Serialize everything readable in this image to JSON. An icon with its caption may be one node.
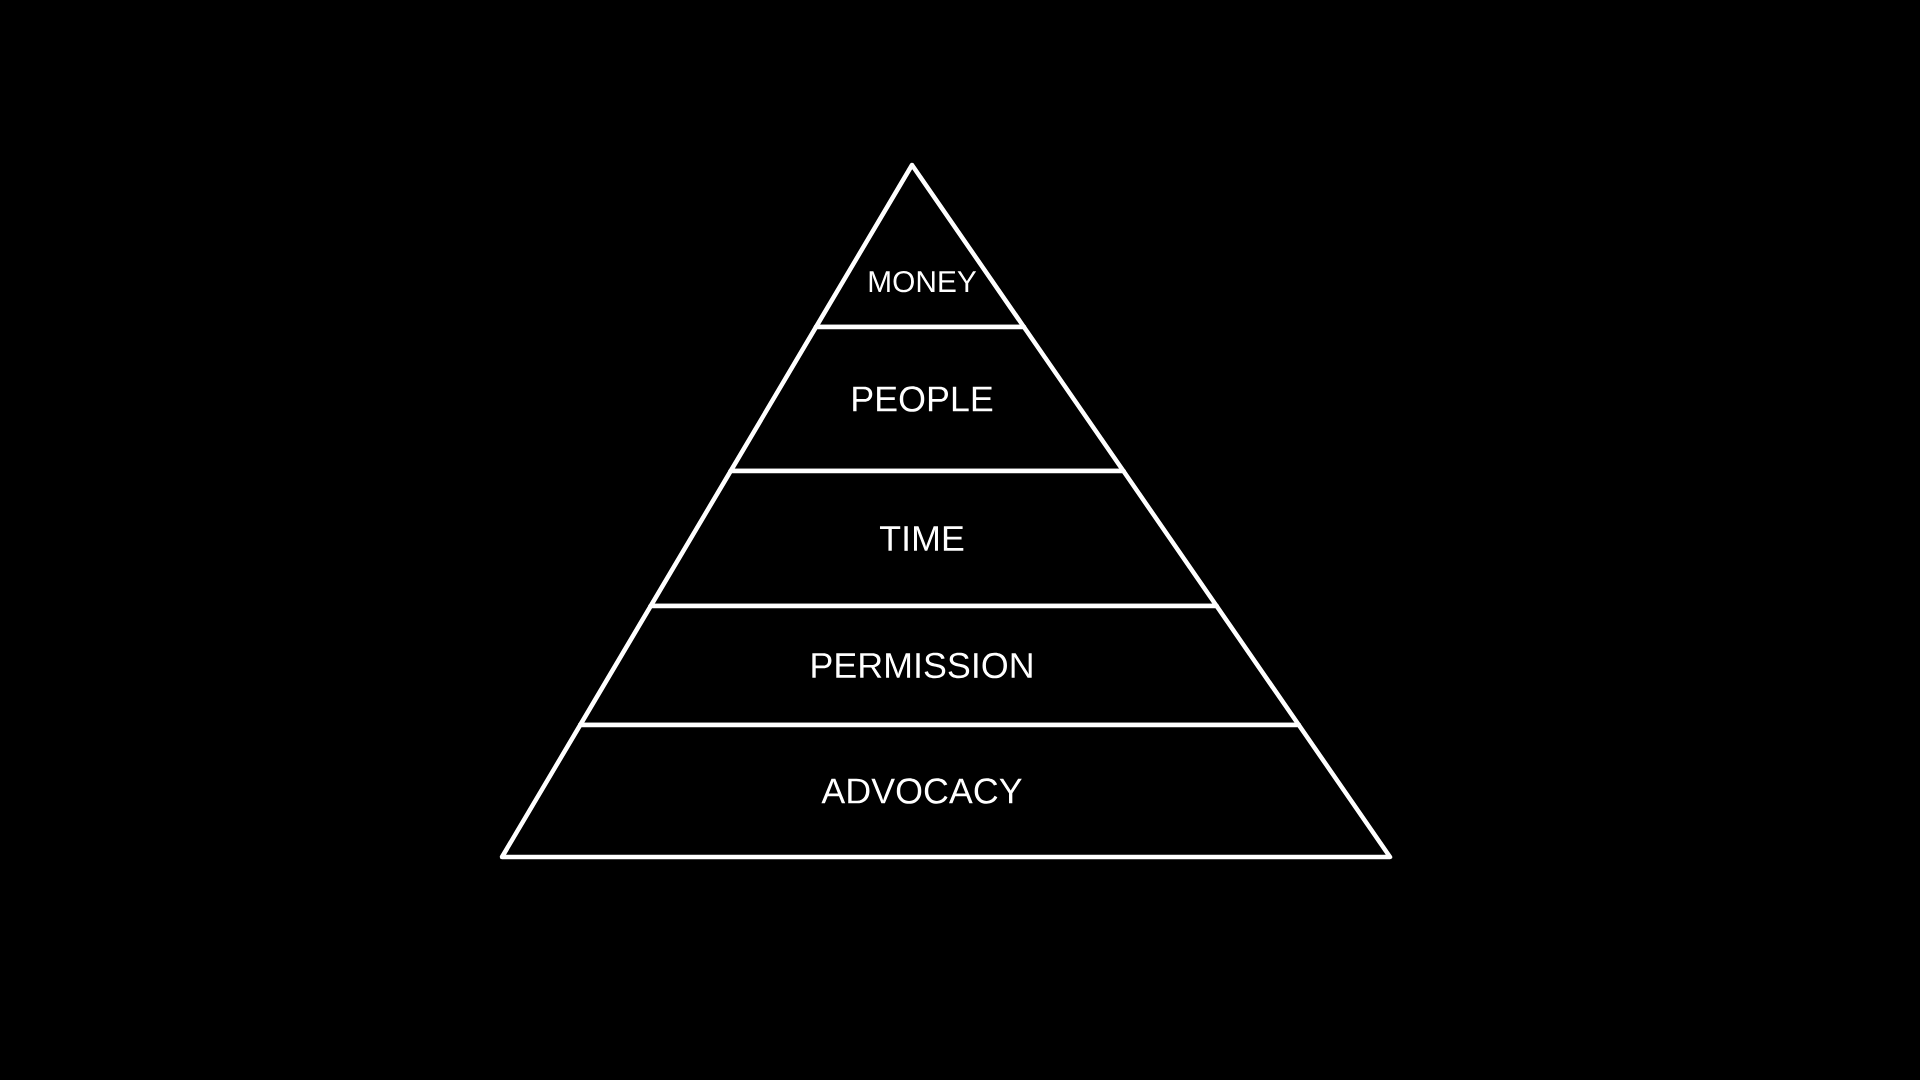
{
  "diagram": {
    "nodes": [
      {
        "text": [
          "MONEY"
        ]
      },
      {
        "text": [
          "PEOPLE"
        ]
      },
      {
        "text": [
          "TIME"
        ]
      },
      {
        "text": [
          "PERMISSION"
        ]
      },
      {
        "text": [
          "ADVOCACY"
        ]
      }
    ]
  }
}
